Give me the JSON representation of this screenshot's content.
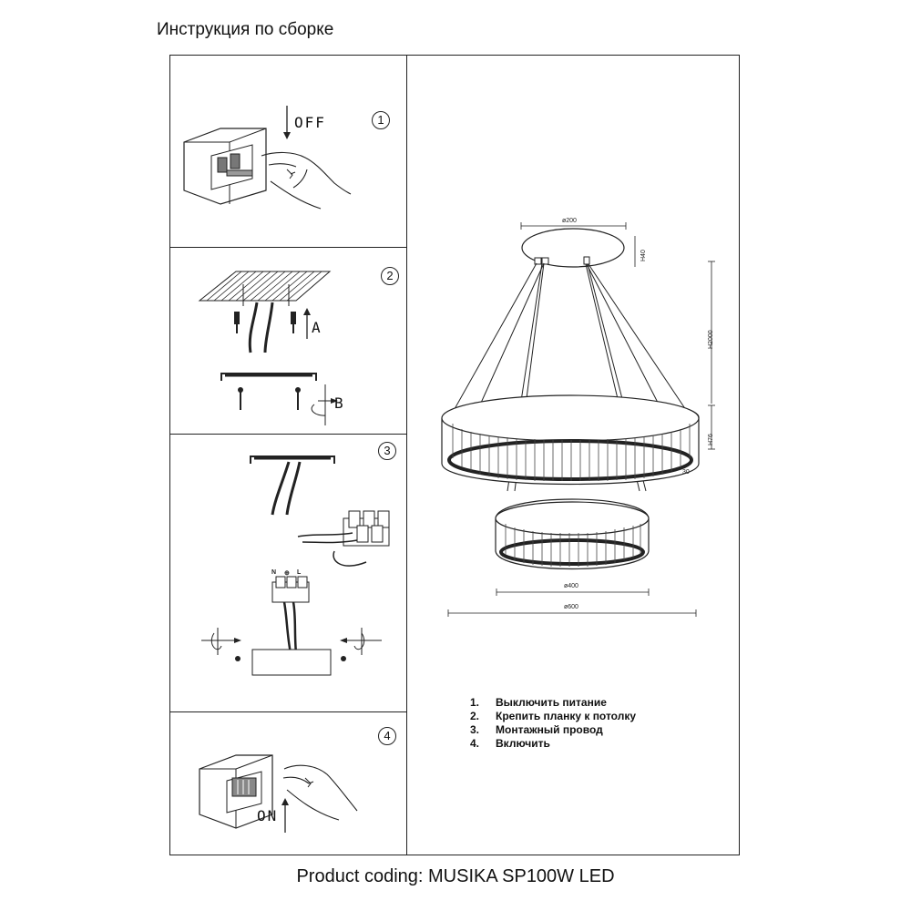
{
  "header": {
    "title": "Инструкция по сборке"
  },
  "panels": [
    {
      "number": "1",
      "label": "OFF"
    },
    {
      "number": "2",
      "label_a": "A",
      "label_b": "B"
    },
    {
      "number": "3",
      "terminal_labels": [
        "N",
        "⊕",
        "L"
      ]
    },
    {
      "number": "4",
      "label": "ON"
    }
  ],
  "dimensions": {
    "canopy_diameter": "ø200",
    "canopy_height": "H40",
    "suspension_height": "H2000",
    "ring_height": "H76",
    "ring_gap": "30",
    "small_ring_diameter": "ø400",
    "large_ring_diameter": "ø600"
  },
  "steps": [
    {
      "num": "1.",
      "text": "Выключить питание"
    },
    {
      "num": "2.",
      "text": "Крепить планку к потолку"
    },
    {
      "num": "3.",
      "text": "Монтажный провод"
    },
    {
      "num": "4.",
      "text": "Включить"
    }
  ],
  "footer": {
    "product_coding": "Product coding: MUSIKA SP100W LED"
  }
}
